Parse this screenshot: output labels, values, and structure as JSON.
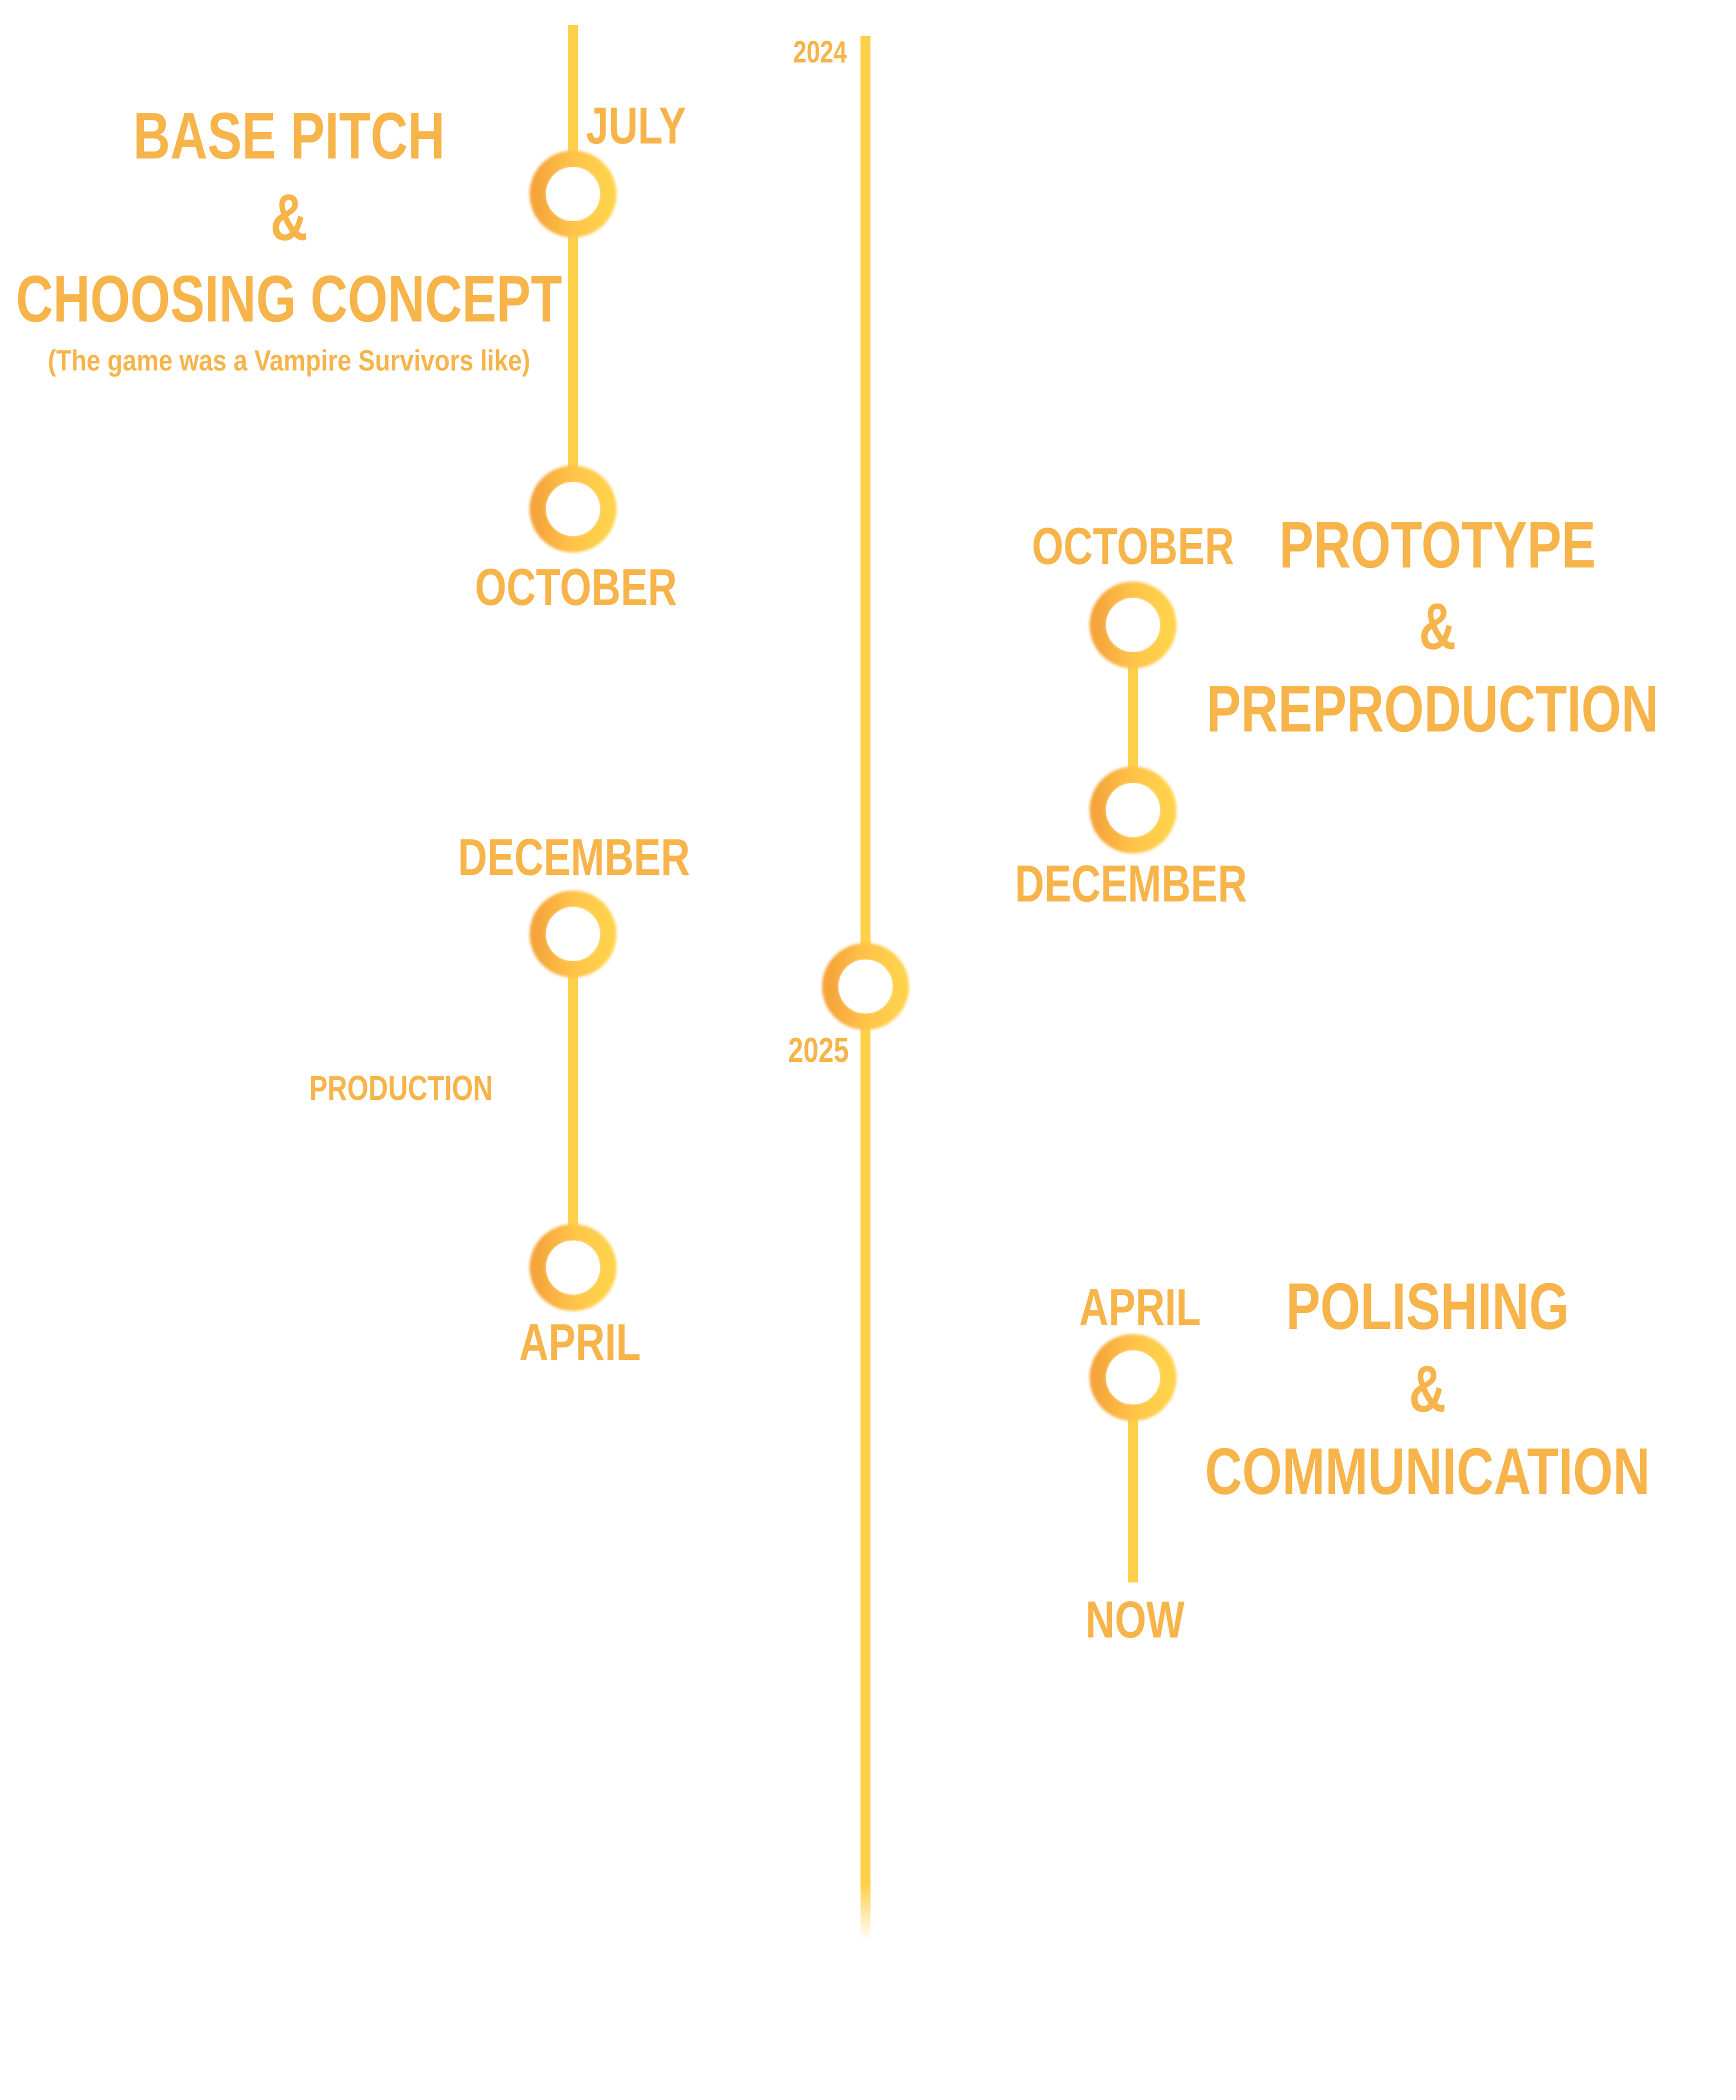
{
  "years": {
    "y2024": "2024",
    "y2025": "2025"
  },
  "phase1": {
    "title_line1": "BASE PITCH",
    "title_amp": "&",
    "title_line2": "CHOOSING CONCEPT",
    "note": "(The game was a Vampire Survivors like)",
    "start": "JULY",
    "end": "OCTOBER"
  },
  "phase2": {
    "title_line1": "PROTOTYPE",
    "title_amp": "&",
    "title_line2": "PREPRODUCTION",
    "start": "OCTOBER",
    "end": "DECEMBER"
  },
  "phase3": {
    "title": "PRODUCTION",
    "start": "DECEMBER",
    "end": "APRIL"
  },
  "phase4": {
    "title_line1": "POLISHING",
    "title_amp": "&",
    "title_line2": "COMMUNICATION",
    "start": "APRIL",
    "end": "NOW"
  },
  "colors": {
    "text": "#f6b44a",
    "line": "#ffd04a",
    "ring_outer": "#ffc64a",
    "ring_inner_shade": "#f5a83a"
  }
}
